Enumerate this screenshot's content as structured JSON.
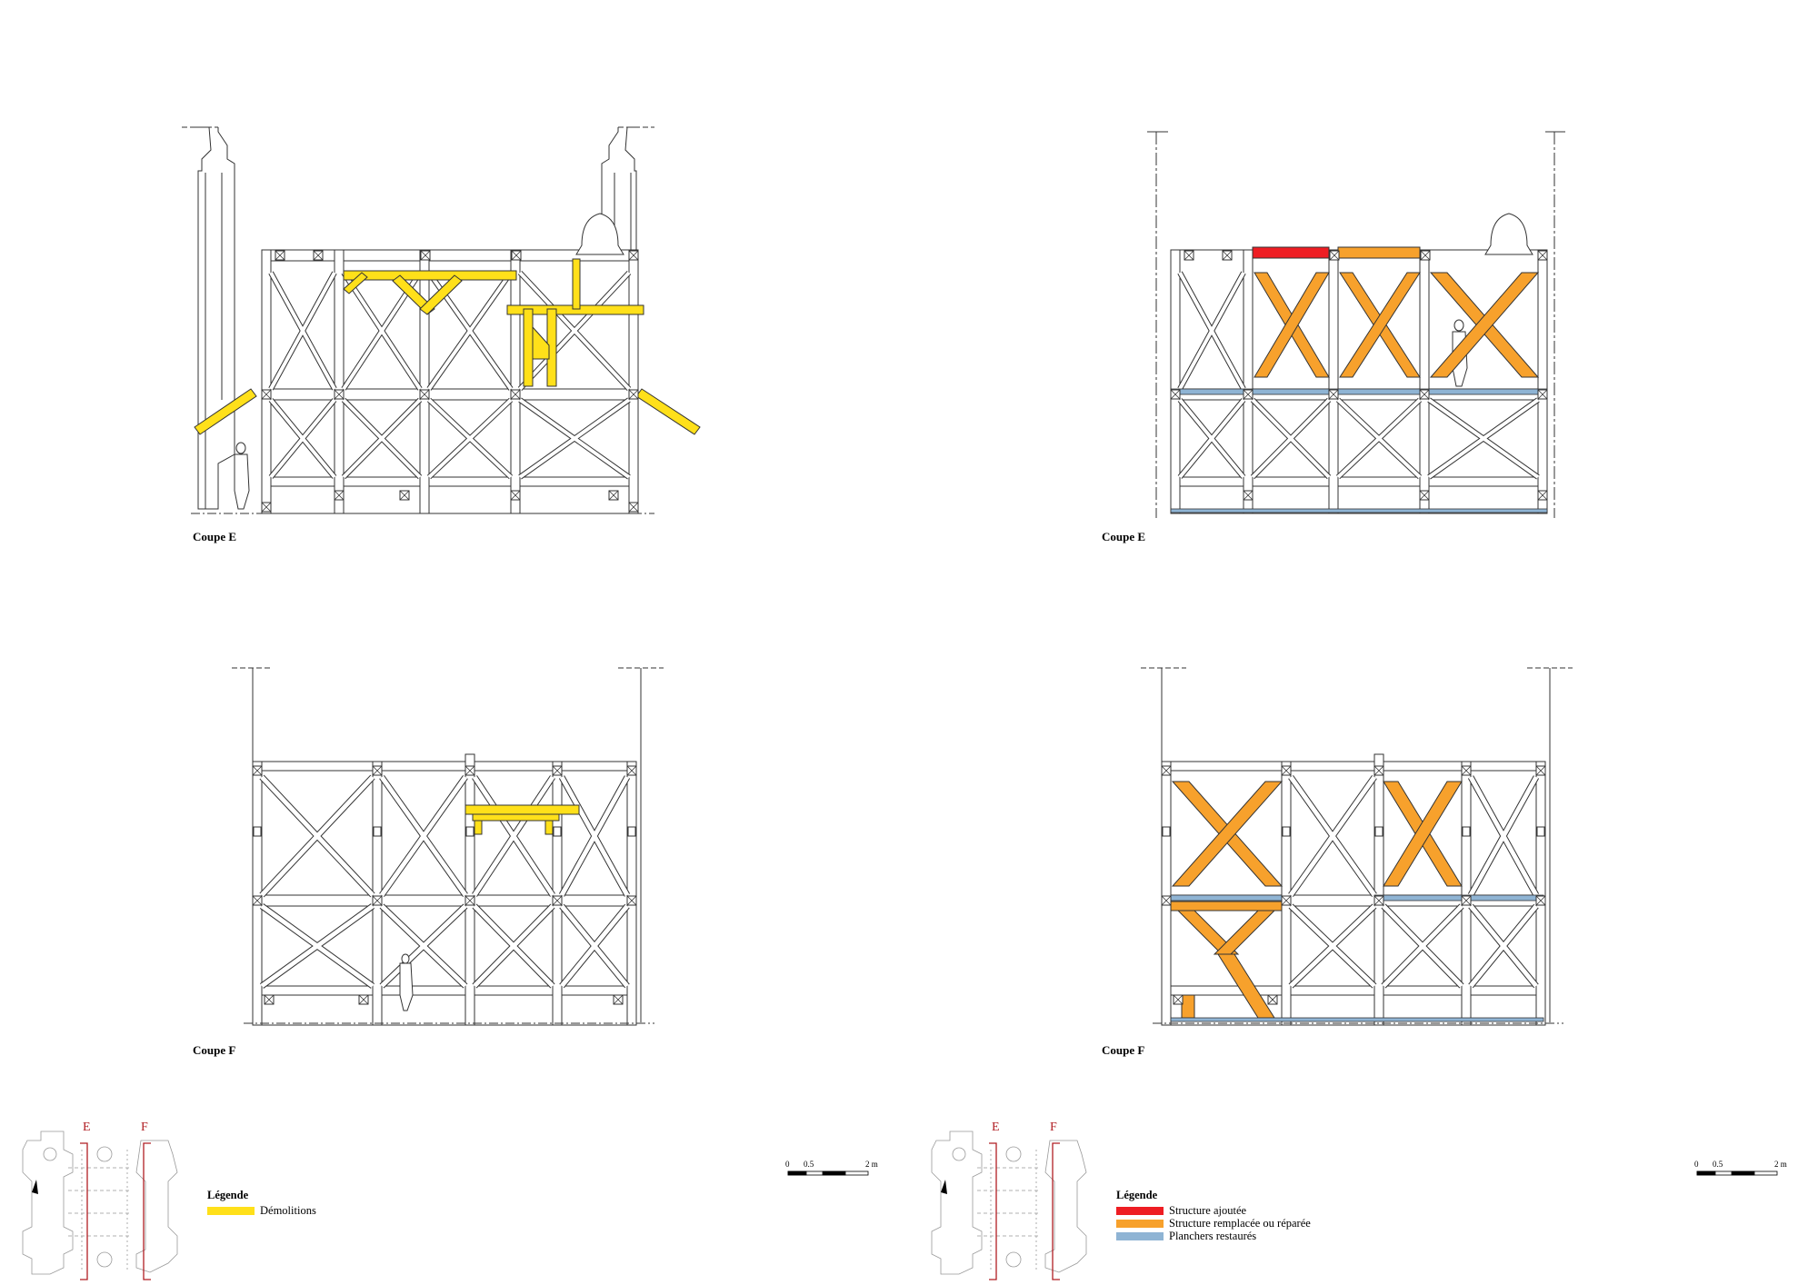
{
  "colors": {
    "demolitions": "#ffe01a",
    "added": "#ee1d23",
    "replaced": "#f7a12c",
    "floors": "#8fb4d4",
    "line": "#3a3a3a",
    "plan_cut": "#b01e23"
  },
  "sections": [
    {
      "id": "e-left",
      "label": "Coupe E"
    },
    {
      "id": "e-right",
      "label": "Coupe E"
    },
    {
      "id": "f-left",
      "label": "Coupe F"
    },
    {
      "id": "f-right",
      "label": "Coupe F"
    }
  ],
  "legend_left": {
    "title": "Légende",
    "items": [
      {
        "label": "Démolitions",
        "color": "#ffe01a"
      }
    ]
  },
  "legend_right": {
    "title": "Légende",
    "items": [
      {
        "label": "Structure ajoutée",
        "color": "#ee1d23"
      },
      {
        "label": "Structure remplacée ou réparée",
        "color": "#f7a12c"
      },
      {
        "label": "Planchers restaurés",
        "color": "#8fb4d4"
      }
    ]
  },
  "scale": {
    "ticks": [
      "0",
      "0.5",
      "2 m"
    ]
  },
  "plan": {
    "cut_e": "E",
    "cut_f": "F"
  }
}
